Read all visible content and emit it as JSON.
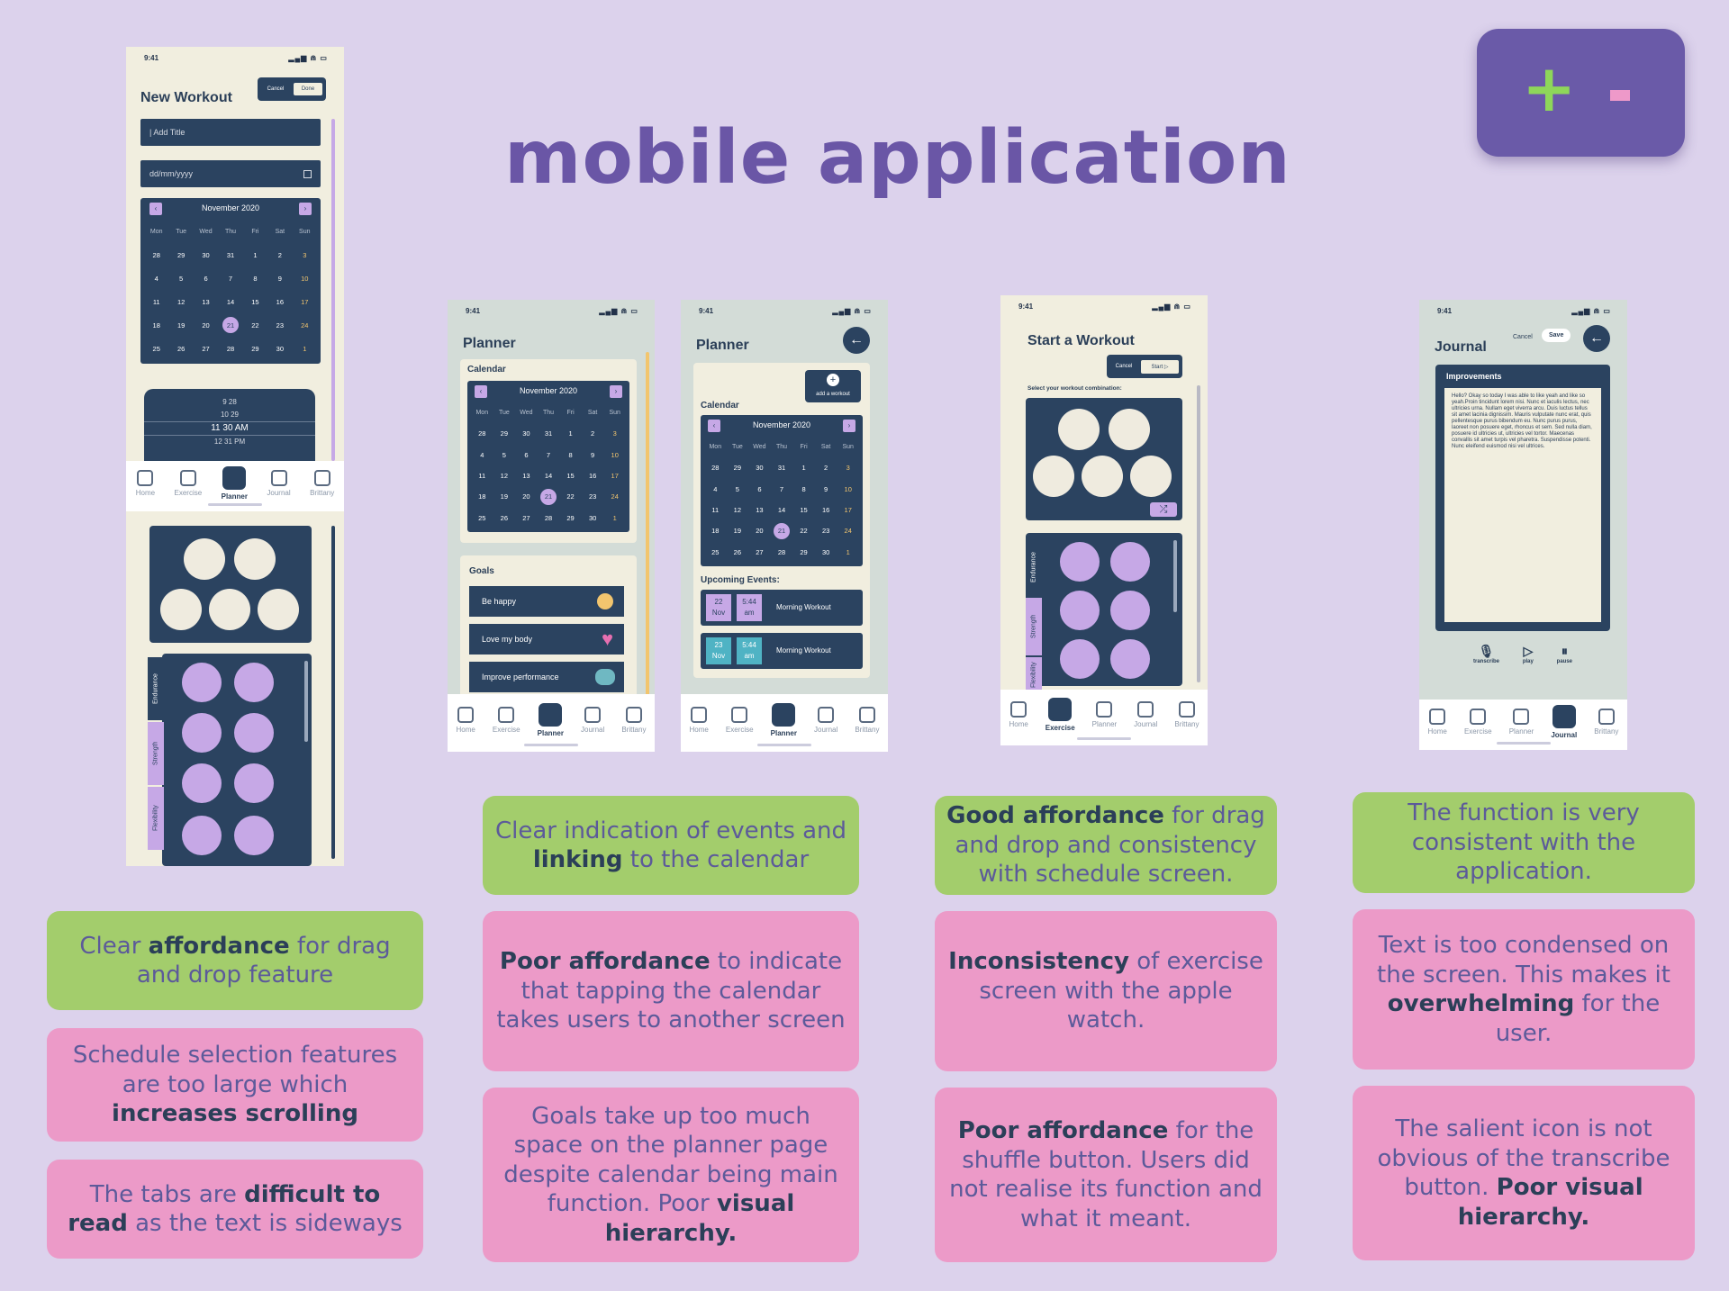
{
  "page_title": "mobile application",
  "zoom": {
    "plus": "+",
    "minus": "-"
  },
  "status": {
    "time": "9:41",
    "signal": "▂▄▆ ⋒ ▭"
  },
  "nav": [
    "Home",
    "Exercise",
    "Planner",
    "Journal",
    "Brittany"
  ],
  "cal": {
    "month": "November 2020",
    "prev": "‹",
    "next": "›",
    "dow": [
      "Mon",
      "Tue",
      "Wed",
      "Thu",
      "Fri",
      "Sat",
      "Sun"
    ],
    "days": [
      "28",
      "29",
      "30",
      "31",
      "1",
      "2",
      "3",
      "4",
      "5",
      "6",
      "7",
      "8",
      "9",
      "10",
      "11",
      "12",
      "13",
      "14",
      "15",
      "16",
      "17",
      "18",
      "19",
      "20",
      "21",
      "22",
      "23",
      "24",
      "25",
      "26",
      "27",
      "28",
      "29",
      "30",
      "1"
    ]
  },
  "s1": {
    "title": "New Workout",
    "cancel": "Cancel",
    "done": "Done",
    "add_title": "| Add Title",
    "date": "dd/mm/yyyy",
    "picker": [
      "9   28",
      "10   29",
      "11   30   AM",
      "12   31   PM"
    ],
    "tabs": [
      "Endurance",
      "Strength",
      "Flexibility"
    ]
  },
  "s2": {
    "title": "Planner",
    "cal_label": "Calendar",
    "goals_label": "Goals",
    "goals": [
      "Be happy",
      "Love my body",
      "Improve performance"
    ]
  },
  "s3": {
    "title": "Planner",
    "cal_label": "Calendar",
    "add": "add a workout",
    "upcoming": "Upcoming Events:",
    "events": [
      {
        "d": "22",
        "m": "Nov",
        "t": "5:44",
        "ap": "am",
        "name": "Morning Workout"
      },
      {
        "d": "23",
        "m": "Nov",
        "t": "5:44",
        "ap": "am",
        "name": "Morning Workout"
      }
    ]
  },
  "s4": {
    "title": "Start a Workout",
    "cancel": "Cancel",
    "start": "Start",
    "sub": "Select your workout combination:",
    "tabs": [
      "Endurance",
      "Strength",
      "Flexibility"
    ]
  },
  "s5": {
    "title": "Journal",
    "cancel": "Cancel",
    "save": "Save",
    "section": "Improvements",
    "text": "Hello? Okay so today I was able to like yeah and like so yeah.Proin tincidunt lorem nisi. Nunc et iaculis lectus, nec ultricies urna. Nullam eget viverra arcu. Duis luctus tellus sit amet lacinia dignissim. Mauris vulputate nunc erat, quis pellentesque purus bibendum eu. Nunc purus purus, laoreet non posuere eget, rhoncus et sem. Sed nulla diam, posuere id ultricies ut, ultricies vel tortor. Maecenas convallis sit amet turpis vel pharetra. Suspendisse potenti. Nunc eleifend euismod nisi vel ultrices.",
    "controls": [
      "transcribe",
      "play",
      "pause"
    ]
  },
  "notes": {
    "n1a": [
      "Clear ",
      "affordance",
      " for drag and drop feature"
    ],
    "n1b": [
      "Schedule selection features are too large which ",
      "increases scrolling",
      ""
    ],
    "n1c": [
      "The tabs are ",
      "difficult to read",
      " as the text is sideways"
    ],
    "n2a": [
      "Clear indication of events and ",
      "linking",
      " to the calendar"
    ],
    "n2b": [
      "",
      "Poor affordance",
      " to indicate that tapping the calendar takes users to another screen"
    ],
    "n2c": [
      "Goals take up too much space on the planner page despite calendar being main function. Poor ",
      "visual hierarchy.",
      ""
    ],
    "n3a": [
      "",
      "Good affordance",
      " for drag and drop and consistency with schedule screen."
    ],
    "n3b": [
      "",
      "Inconsistency",
      " of exercise screen with the apple watch."
    ],
    "n3c": [
      "",
      "Poor affordance",
      " for the shuffle button. Users did not realise its function and what it meant."
    ],
    "n4a": [
      "The function is very consistent with the application.",
      "",
      ""
    ],
    "n4b": [
      "Text is too condensed on the screen. This makes it ",
      "overwhelming",
      " for the user."
    ],
    "n4c": [
      "The salient icon is not obvious of the transcribe button. ",
      "Poor visual hierarchy.",
      ""
    ]
  },
  "colors": {
    "bg": "#dcd2ec",
    "navy": "#2b4360",
    "lilac": "#c6a8e6",
    "green": "#a3cd6c",
    "pink": "#ec9ac8",
    "title": "#6a56a6"
  }
}
